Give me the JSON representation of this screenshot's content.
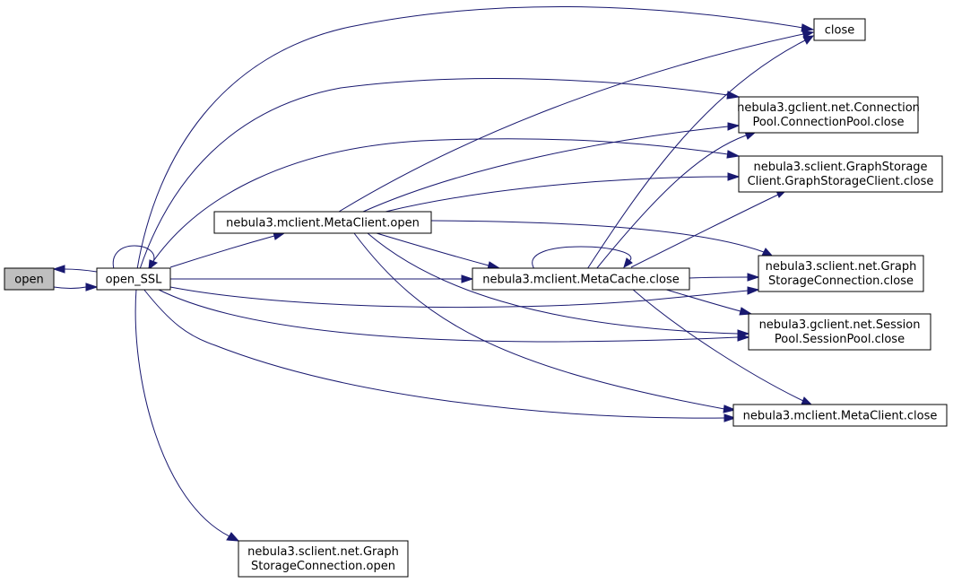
{
  "graph": {
    "edge_color": "#191970",
    "node_fill": "#ffffff",
    "current_node_fill": "#bfbfbf",
    "nodes": {
      "open": {
        "lines": [
          "open"
        ],
        "current": true
      },
      "open_ssl": {
        "lines": [
          "open_SSL"
        ]
      },
      "close": {
        "lines": [
          "close"
        ]
      },
      "gclient_connpool_close": {
        "lines": [
          "nebula3.gclient.net.Connection",
          "Pool.ConnectionPool.close"
        ]
      },
      "sclient_gsclient_close": {
        "lines": [
          "nebula3.sclient.GraphStorage",
          "Client.GraphStorageClient.close"
        ]
      },
      "metaclient_open": {
        "lines": [
          "nebula3.mclient.MetaClient.open"
        ]
      },
      "sclient_gsconn_close": {
        "lines": [
          "nebula3.sclient.net.Graph",
          "StorageConnection.close"
        ]
      },
      "metacache_close": {
        "lines": [
          "nebula3.mclient.MetaCache.close"
        ]
      },
      "gclient_sessionpool_close": {
        "lines": [
          "nebula3.gclient.net.Session",
          "Pool.SessionPool.close"
        ]
      },
      "metaclient_close": {
        "lines": [
          "nebula3.mclient.MetaClient.close"
        ]
      },
      "sclient_gsconn_open": {
        "lines": [
          "nebula3.sclient.net.Graph",
          "StorageConnection.open"
        ]
      }
    }
  }
}
